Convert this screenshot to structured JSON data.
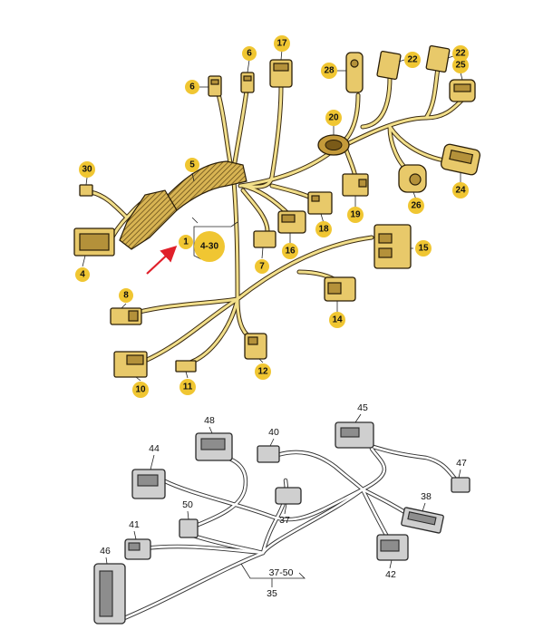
{
  "diagram": {
    "upper_callouts": [
      {
        "id": "c6a",
        "label": "6"
      },
      {
        "id": "c6b",
        "label": "6"
      },
      {
        "id": "c17",
        "label": "17"
      },
      {
        "id": "c28",
        "label": "28"
      },
      {
        "id": "c22a",
        "label": "22"
      },
      {
        "id": "c22b",
        "label": "22"
      },
      {
        "id": "c25",
        "label": "25"
      },
      {
        "id": "c20",
        "label": "20"
      },
      {
        "id": "c30",
        "label": "30"
      },
      {
        "id": "c5",
        "label": "5"
      },
      {
        "id": "c19",
        "label": "19"
      },
      {
        "id": "c18",
        "label": "18"
      },
      {
        "id": "c26",
        "label": "26"
      },
      {
        "id": "c24",
        "label": "24"
      },
      {
        "id": "c1",
        "label": "1"
      },
      {
        "id": "c16",
        "label": "16"
      },
      {
        "id": "c7",
        "label": "7"
      },
      {
        "id": "c15",
        "label": "15"
      },
      {
        "id": "c4",
        "label": "4"
      },
      {
        "id": "c8",
        "label": "8"
      },
      {
        "id": "c14",
        "label": "14"
      },
      {
        "id": "c12",
        "label": "12"
      },
      {
        "id": "c10",
        "label": "10"
      },
      {
        "id": "c11",
        "label": "11"
      }
    ],
    "range_upper": "4-30",
    "lower_labels": [
      {
        "id": "l45",
        "label": "45"
      },
      {
        "id": "l48",
        "label": "48"
      },
      {
        "id": "l40",
        "label": "40"
      },
      {
        "id": "l44",
        "label": "44"
      },
      {
        "id": "l47",
        "label": "47"
      },
      {
        "id": "l38",
        "label": "38"
      },
      {
        "id": "l50",
        "label": "50"
      },
      {
        "id": "l37",
        "label": "37"
      },
      {
        "id": "l41",
        "label": "41"
      },
      {
        "id": "l46",
        "label": "46"
      },
      {
        "id": "l42",
        "label": "42"
      },
      {
        "id": "l35",
        "label": "35"
      }
    ],
    "range_lower": "37-50",
    "colors": {
      "badge": "#f0c632",
      "harness": "#e8c96a",
      "pointer_arrow": "#e0202a"
    }
  }
}
